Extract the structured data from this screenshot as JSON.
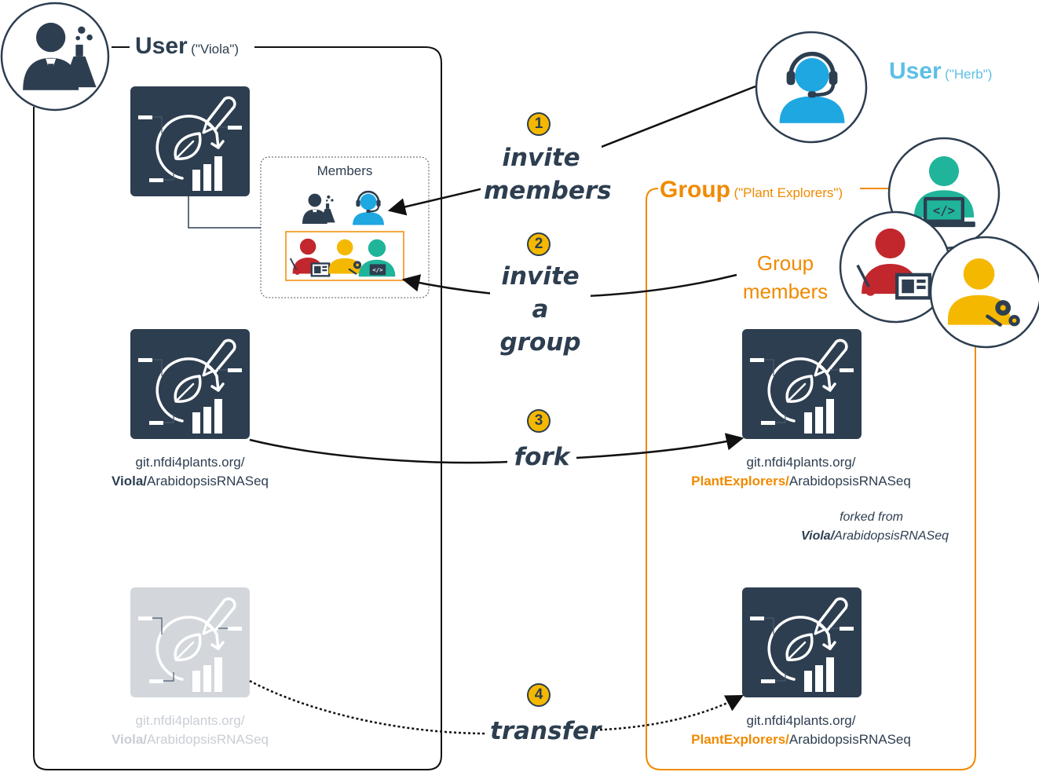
{
  "user_viola": {
    "title": "User",
    "subtitle": "(\"Viola\")"
  },
  "user_herb": {
    "title": "User",
    "subtitle": "(\"Herb\")"
  },
  "group": {
    "title": "Group",
    "subtitle": "(\"Plant Explorers\")",
    "members_line1": "Group",
    "members_line2": "members"
  },
  "members_box": {
    "title": "Members"
  },
  "steps": [
    {
      "number": "1",
      "line1": "invite",
      "line2": "members"
    },
    {
      "number": "2",
      "line1": "invite a",
      "line2": "group"
    },
    {
      "number": "3",
      "line1": "fork"
    },
    {
      "number": "4",
      "line1": "transfer"
    }
  ],
  "repos": {
    "viola_fork_source": {
      "host": "git.nfdi4plants.org/",
      "owner": "Viola/",
      "name": "ArabidopsisRNASeq"
    },
    "viola_transferred": {
      "host": "git.nfdi4plants.org/",
      "owner": "Viola/",
      "name": "ArabidopsisRNASeq"
    },
    "group_fork": {
      "host": "git.nfdi4plants.org/",
      "owner": "PlantExplorers/",
      "name": "ArabidopsisRNASeq"
    },
    "group_transfer": {
      "host": "git.nfdi4plants.org/",
      "owner": "PlantExplorers/",
      "name": "ArabidopsisRNASeq"
    }
  },
  "forked_note": {
    "line1": "forked from",
    "owner": "Viola/",
    "name": "ArabidopsisRNASeq"
  },
  "colors": {
    "navy": "#2d3e50",
    "orange": "#f08a00",
    "herb_blue": "#1ea7e1",
    "user_herb_label": "#5cbfe6",
    "teal": "#20b59a",
    "crimson": "#c1272d",
    "gold": "#f5b800",
    "faded": "#d3d7dc"
  }
}
